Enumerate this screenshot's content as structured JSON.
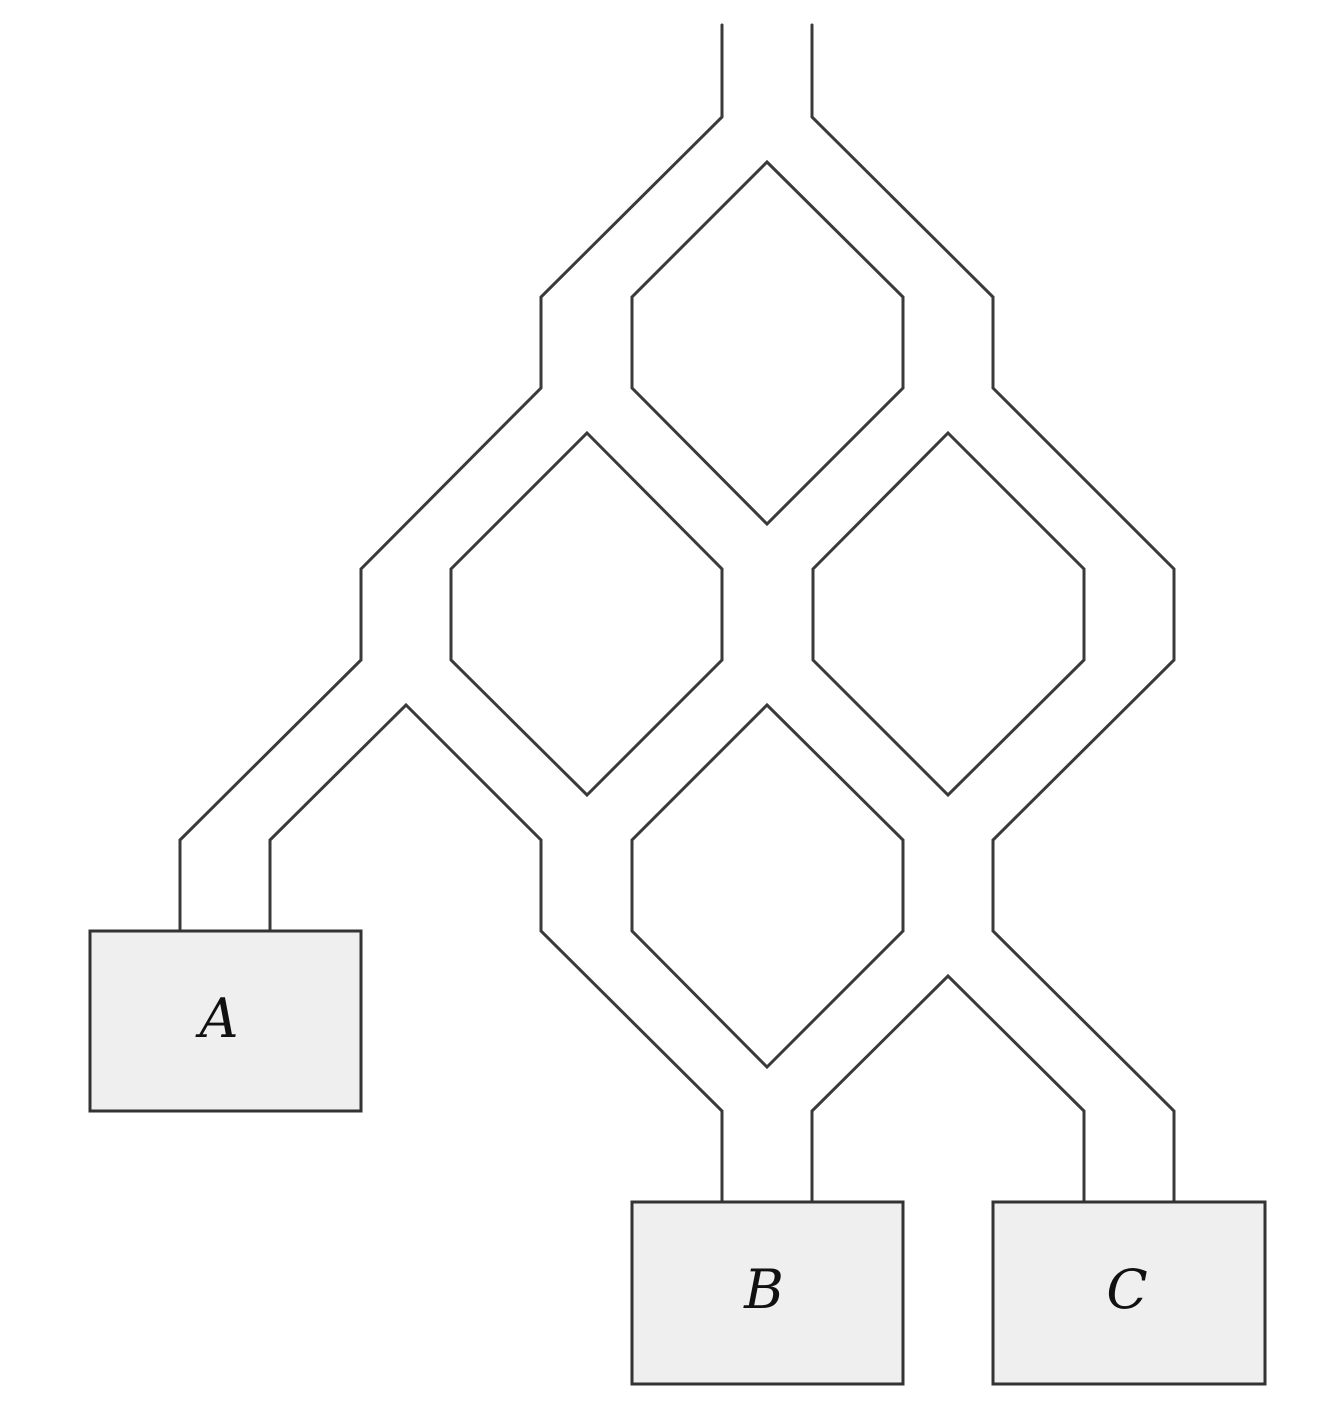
{
  "diagram": {
    "boxes": {
      "a": {
        "label": "A"
      },
      "b": {
        "label": "B"
      },
      "c": {
        "label": "C"
      }
    }
  }
}
